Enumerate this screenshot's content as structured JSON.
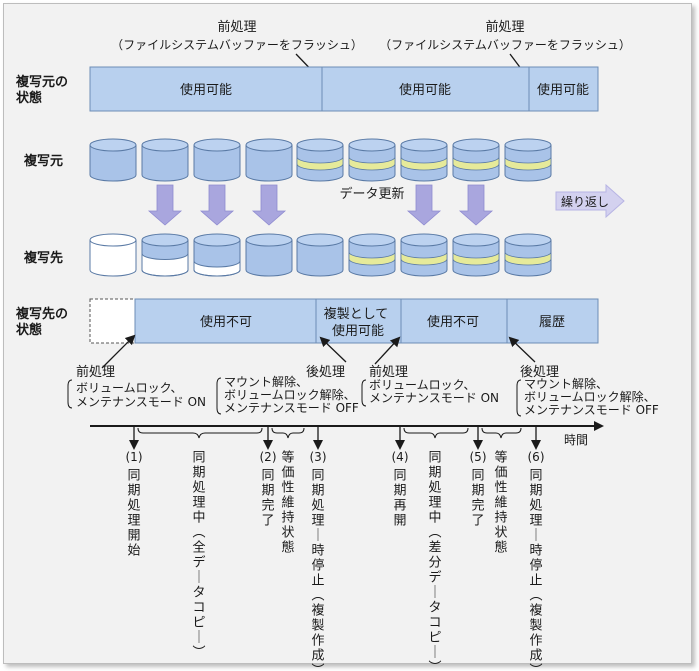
{
  "colors": {
    "background": "#f2f2f2",
    "bar_fill": "#b8d0ee",
    "bar_stroke": "#6d8db5",
    "disk_fill": "#a9c3e8",
    "disk_top": "#bcd2f0",
    "disk_stroke": "#5a7aa5",
    "updated_band": "#e6ea9a",
    "arrow_purple": "#a9a6de"
  },
  "row_labels": {
    "source_state": [
      "複写元の",
      "状態"
    ],
    "source": "複写元",
    "target": "複写先",
    "target_state": [
      "複写先の",
      "状態"
    ]
  },
  "top_notes": [
    {
      "title": "前処理",
      "detail": "（ファイルシステムバッファーをフラッシュ）"
    },
    {
      "title": "前処理",
      "detail": "（ファイルシステムバッファーをフラッシュ）"
    }
  ],
  "source_state_segments": [
    "使用可能",
    "使用可能",
    "使用可能"
  ],
  "data_update_label": "データ更新",
  "repeat_label": "繰り返し",
  "target_state_segments": [
    "使用不可",
    "複製として",
    "使用可能",
    "使用不可",
    "履歴"
  ],
  "process_notes": {
    "pre1_title": "前処理",
    "pre1_lines": [
      "ボリュームロック、",
      "メンテナンスモード ON"
    ],
    "post1_title": "後処理",
    "post1_lines": [
      "マウント解除、",
      "ボリュームロック解除、",
      "メンテナンスモード OFF"
    ],
    "pre2_title": "前処理",
    "pre2_lines": [
      "ボリュームロック、",
      "メンテナンスモード ON"
    ],
    "post2_title": "後処理",
    "post2_lines": [
      "マウント解除、",
      "ボリュームロック解除、",
      "メンテナンスモード OFF"
    ]
  },
  "time_label": "時間",
  "events": [
    {
      "num": "(1)",
      "text": "同期処理開始"
    },
    {
      "num": "(2)",
      "text": "同期完了"
    },
    {
      "num": "(3)",
      "text": "同期処理一時停止（複製作成）"
    },
    {
      "num": "(4)",
      "text": "同期再開"
    },
    {
      "num": "(5)",
      "text": "同期完了"
    },
    {
      "num": "(6)",
      "text": "同期処理一時停止（複製作成）"
    }
  ],
  "periods": [
    {
      "text": "同期処理中（全データコピー）"
    },
    {
      "text": "等価性維持状態"
    },
    {
      "text": "同期処理中（差分データコピー）"
    },
    {
      "text": "等価性維持状態"
    }
  ]
}
